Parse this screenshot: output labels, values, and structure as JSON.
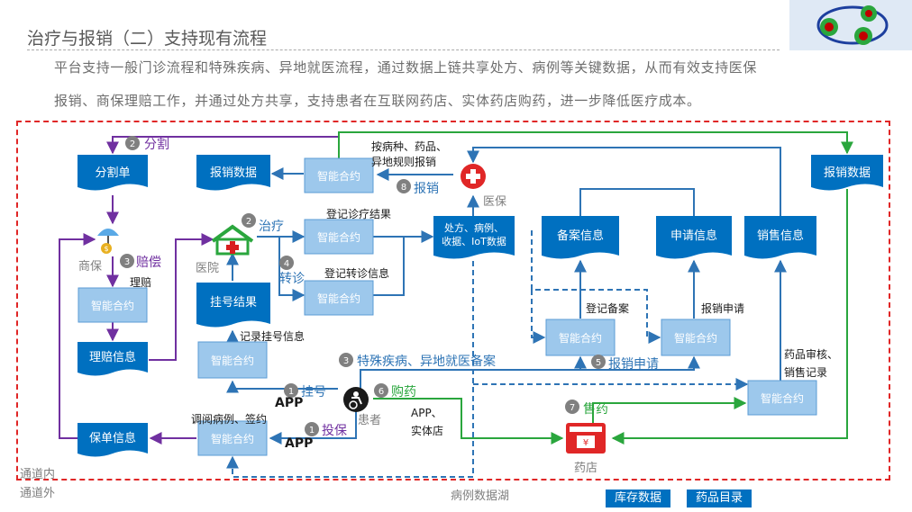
{
  "header": {
    "title": "治疗与报销（二）支持现有流程",
    "intro_line1": "平台支持一般门诊流程和特殊疾病、异地就医流程，通过数据上链共享处方、病例等关键数据，从而有效支持医保",
    "intro_line2": "报销、商保理赔工作，并通过处方共享，支持患者在互联网药店、实体药店购药，进一步降低医疗成本。"
  },
  "docs": {
    "split": "分割单",
    "reimb_left": "报销数据",
    "reg_result": "挂号结果",
    "claim": "理赔信息",
    "policy": "保单信息",
    "rx": "处方、病例、\n收据、IoT数据",
    "record": "备案信息",
    "apply": "申请信息",
    "sales": "销售信息",
    "reimb_right": "报销数据"
  },
  "contract_label": "智能合约",
  "actors": {
    "insurer": "商保",
    "hospital": "医院",
    "medicare": "医保",
    "patient": "患者",
    "pharmacy": "药店"
  },
  "steps": [
    {
      "num": "1",
      "label": "挂号"
    },
    {
      "num": "1",
      "label": "投保"
    },
    {
      "num": "2",
      "label": "分割"
    },
    {
      "num": "2",
      "label": "治疗"
    },
    {
      "num": "3",
      "label": "赔偿"
    },
    {
      "num": "3",
      "label": "特殊疾病、异地就医备案"
    },
    {
      "num": "4",
      "label": "转诊"
    },
    {
      "num": "5",
      "label": "报销申请"
    },
    {
      "num": "6",
      "label": "购药"
    },
    {
      "num": "7",
      "label": "售药"
    },
    {
      "num": "8",
      "label": "报销"
    }
  ],
  "notes": {
    "claim_settle": "理赔",
    "reimb_rule_1": "按病种、药品、",
    "reimb_rule_2": "异地规则报销",
    "log_result": "登记诊疗结果",
    "log_transfer": "登记转诊信息",
    "log_reg": "记录挂号信息",
    "view_case": "调阅病例、签约",
    "app_1": "APP",
    "app_2": "APP",
    "app_store_1": "APP、",
    "app_store_2": "实体店",
    "log_record": "登记备案",
    "reimb_apply": "报销申请",
    "drug_audit_1": "药品审核、",
    "drug_audit_2": "销售记录"
  },
  "zones": {
    "inside": "通道内",
    "outside": "通道外",
    "lake": "病例数据湖"
  },
  "legend": {
    "inventory": "库存数据",
    "catalog": "药品目录"
  },
  "colors": {
    "doc_fill": "#0070c0",
    "contract_fill": "#9dc8ec",
    "contract_edge": "#5b9bd5",
    "blue_flow": "#2e74b5",
    "purple_flow": "#7030a0",
    "green_flow": "#2aa63d",
    "frame_red": "#e02727",
    "step_badge": "#808080"
  }
}
